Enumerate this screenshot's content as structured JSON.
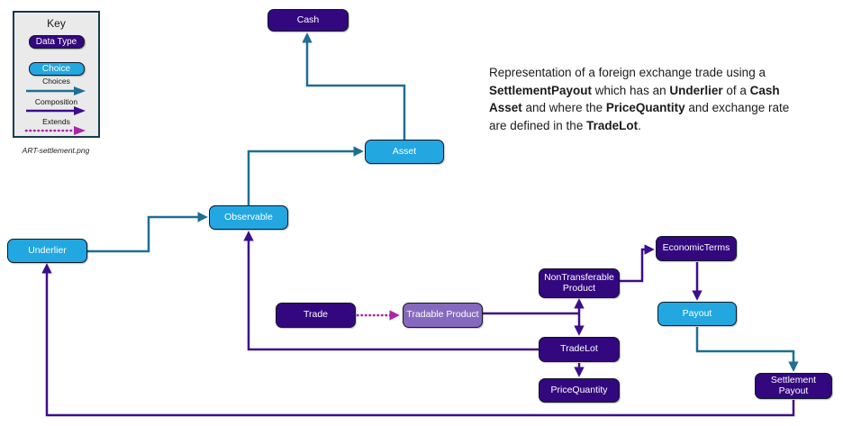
{
  "legend": {
    "title": "Key",
    "data_type": "Data Type",
    "choice": "Choice",
    "choices_label": "Choices",
    "composition_label": "Composition",
    "extends_label": "Extends",
    "caption": "ART-settlement.png"
  },
  "description": {
    "segments": [
      {
        "text": "Representation of a foreign exchange trade using a ",
        "bold": false
      },
      {
        "text": "SettlementPayout",
        "bold": true
      },
      {
        "text": " which has an ",
        "bold": false
      },
      {
        "text": "Underlier",
        "bold": true
      },
      {
        "text": " of a ",
        "bold": false
      },
      {
        "text": "Cash Asset",
        "bold": true
      },
      {
        "text": " and where the ",
        "bold": false
      },
      {
        "text": "PriceQuantity",
        "bold": true
      },
      {
        "text": " and exchange rate are defined in the ",
        "bold": false
      },
      {
        "text": "TradeLot",
        "bold": true
      },
      {
        "text": ".",
        "bold": false
      }
    ]
  },
  "nodes": {
    "cash": {
      "label": "Cash",
      "kind": "data-type"
    },
    "asset": {
      "label": "Asset",
      "kind": "choice"
    },
    "observable": {
      "label": "Observable",
      "kind": "choice"
    },
    "underlier": {
      "label": "Underlier",
      "kind": "choice"
    },
    "trade": {
      "label": "Trade",
      "kind": "data-type"
    },
    "tradable_product": {
      "label": "Tradable Product",
      "kind": "extended"
    },
    "nontransferable_product": {
      "label": "NonTransferable Product",
      "kind": "data-type"
    },
    "economic_terms": {
      "label": "EconomicTerms",
      "kind": "data-type"
    },
    "payout": {
      "label": "Payout",
      "kind": "choice"
    },
    "trade_lot": {
      "label": "TradeLot",
      "kind": "data-type"
    },
    "price_quantity": {
      "label": "PriceQuantity",
      "kind": "data-type"
    },
    "settlement_payout": {
      "label": "Settlement Payout",
      "kind": "data-type"
    }
  },
  "edges": [
    {
      "from": "Asset",
      "to": "Cash",
      "type": "choices"
    },
    {
      "from": "Observable",
      "to": "Asset",
      "type": "choices"
    },
    {
      "from": "Underlier",
      "to": "Observable",
      "type": "choices"
    },
    {
      "from": "Payout",
      "to": "Settlement Payout",
      "type": "choices"
    },
    {
      "from": "Trade",
      "to": "Tradable Product",
      "type": "extends"
    },
    {
      "from": "Tradable Product",
      "to": "NonTransferable Product",
      "type": "composition"
    },
    {
      "from": "Tradable Product",
      "to": "TradeLot",
      "type": "composition"
    },
    {
      "from": "NonTransferable Product",
      "to": "EconomicTerms",
      "type": "composition"
    },
    {
      "from": "EconomicTerms",
      "to": "Payout",
      "type": "composition"
    },
    {
      "from": "TradeLot",
      "to": "PriceQuantity",
      "type": "composition"
    },
    {
      "from": "TradeLot",
      "to": "Observable",
      "type": "composition"
    },
    {
      "from": "Settlement Payout",
      "to": "Underlier",
      "type": "composition"
    }
  ],
  "colors": {
    "data_type_fill": "#33087E",
    "choice_fill": "#22A7E0",
    "extended_fill": "#8669BE",
    "choices_arrow": "#1D6F94",
    "composition_arrow": "#3B0E8E",
    "extends_arrow": "#A826A8",
    "legend_background": "#EAEAEA",
    "legend_border": "#173B4D"
  }
}
